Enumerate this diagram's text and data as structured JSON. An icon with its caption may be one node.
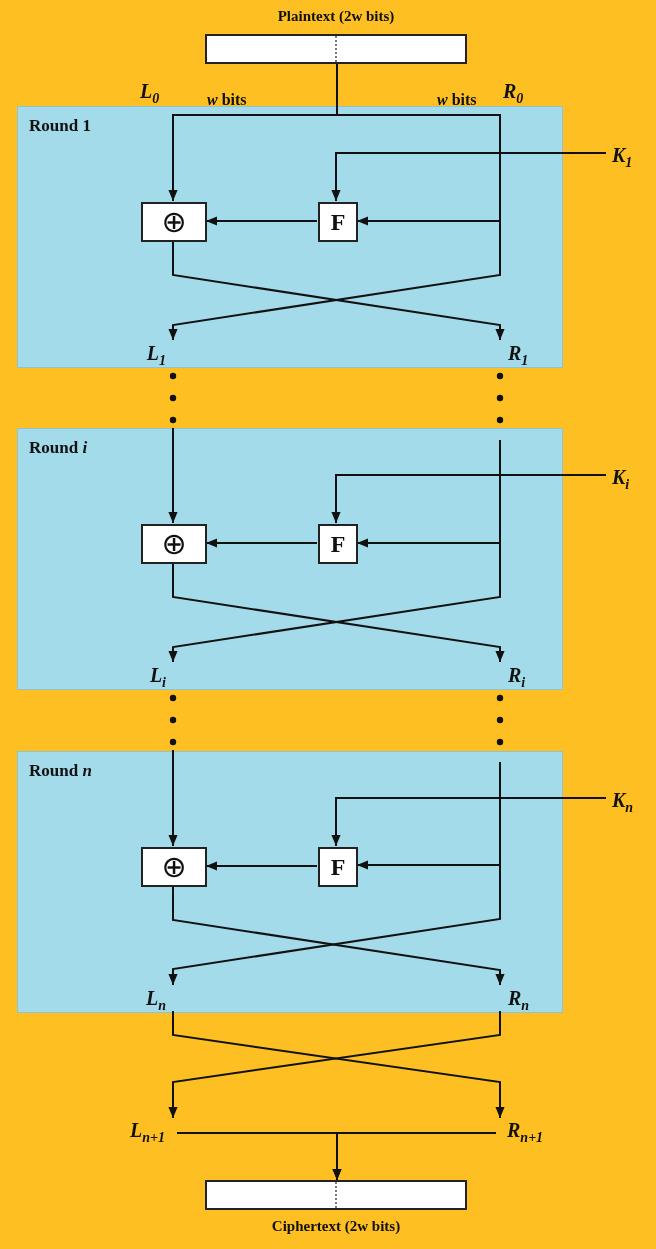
{
  "diagram": {
    "nodes": [
      {
        "text": [
          "Plaintext (2w bits)"
        ]
      },
      {
        "text": [
          "Round 1"
        ]
      },
      {
        "text": [
          "⊕"
        ],
        "in": 1
      },
      {
        "text": [
          "F"
        ],
        "in": 1
      },
      {
        "text": [
          "K$_{1}$"
        ]
      },
      {
        "text": [
          "L$_{1}$"
        ],
        "in": 1
      },
      {
        "text": [
          "R$_{1}$"
        ],
        "in": 1
      },
      {
        "text": [
          "Round *i*"
        ]
      },
      {
        "text": [
          "⊕"
        ],
        "in": 7
      },
      {
        "text": [
          "F"
        ],
        "in": 7
      },
      {
        "text": [
          "K$_{i}$"
        ]
      },
      {
        "text": [
          "L$_{i}$"
        ],
        "in": 7
      },
      {
        "text": [
          "R$_{i}$"
        ],
        "in": 7
      },
      {
        "text": [
          "Round *n*"
        ]
      },
      {
        "text": [
          "⊕"
        ],
        "in": 13
      },
      {
        "text": [
          "F"
        ],
        "in": 13
      },
      {
        "text": [
          "K$_{n}$"
        ]
      },
      {
        "text": [
          "L$_{n}$"
        ],
        "in": 13
      },
      {
        "text": [
          "R$_{n}$"
        ],
        "in": 13
      },
      {
        "text": [
          "L$_{n+1}$"
        ]
      },
      {
        "text": [
          "R$_{n+1}$"
        ]
      },
      {
        "text": [
          "Ciphertext (2w bits)"
        ]
      }
    ],
    "edges": [
      {
        "from": 0,
        "to": 2,
        "arrow": "to"
      },
      {
        "from": 0,
        "to": 3,
        "arrow": "to"
      },
      {
        "from": 0,
        "to": 5,
        "arrow": "to"
      },
      {
        "from": 4,
        "to": 3,
        "arrow": "to"
      },
      {
        "from": 3,
        "to": 2,
        "arrow": "to"
      },
      {
        "from": 2,
        "to": 6,
        "arrow": "to"
      },
      {
        "from": 5,
        "to": 8,
        "arrow": "to",
        "style": "dashed"
      },
      {
        "from": 6,
        "to": 9,
        "arrow": "to",
        "style": "dashed"
      },
      {
        "from": 6,
        "to": 11,
        "arrow": "to",
        "style": "dashed"
      },
      {
        "from": 10,
        "to": 9,
        "arrow": "to"
      },
      {
        "from": 9,
        "to": 8,
        "arrow": "to"
      },
      {
        "from": 8,
        "to": 12,
        "arrow": "to"
      },
      {
        "from": 11,
        "to": 14,
        "arrow": "to",
        "style": "dashed"
      },
      {
        "from": 12,
        "to": 15,
        "arrow": "to",
        "style": "dashed"
      },
      {
        "from": 12,
        "to": 17,
        "arrow": "to",
        "style": "dashed"
      },
      {
        "from": 16,
        "to": 15,
        "arrow": "to"
      },
      {
        "from": 15,
        "to": 14,
        "arrow": "to"
      },
      {
        "from": 14,
        "to": 18,
        "arrow": "to"
      },
      {
        "from": 17,
        "to": 20,
        "arrow": "to"
      },
      {
        "from": 18,
        "to": 19,
        "arrow": "to"
      },
      {
        "from": 19,
        "to": 21,
        "arrow": "to"
      },
      {
        "from": 20,
        "to": 21,
        "arrow": "to"
      }
    ],
    "labels": [
      "L$_{0}$",
      "*w* bits",
      "*w* bits",
      "R$_{0}$"
    ]
  }
}
